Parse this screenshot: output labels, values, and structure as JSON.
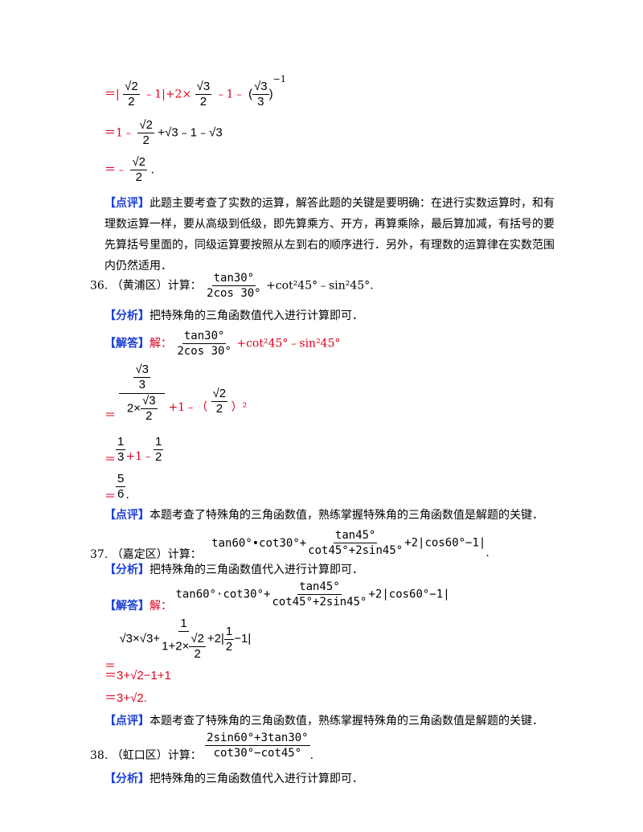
{
  "s35": {
    "l1": {
      "eq": "＝|",
      "r2": "√2",
      "d2": "2",
      "m1": "﹣1|+2×",
      "r3": "√3",
      "d3": "2",
      "m2": "﹣1﹣",
      "r3b": "√3",
      "d3b": "3",
      "exp": "−1"
    },
    "l2": {
      "eq": "＝1﹣",
      "r2": "√2",
      "d2": "2",
      "mid": "+√3﹣1﹣√3"
    },
    "l3": {
      "eq": "＝﹣",
      "r2": "√2",
      "d2": "2",
      "end": "."
    },
    "review_tag": "【点评】",
    "review_text": "此题主要考查了实数的运算，解答此题的关键是要明确：在进行实数运算时，和有理数运算一样，要从高级到低级，即先算乘方、开方，再算乘除，最后算加减，有括号的要先算括号里面的，同级运算要按照从左到右的顺序进行．另外，有理数的运算律在实数范围内仍然适用．"
  },
  "s36": {
    "num": "36.",
    "src": "（黄浦区）计算：",
    "fn": "tan30°",
    "fd": "2cos 30°",
    "tail": "+cot²45°﹣sin²45°.",
    "analysis_tag": "【分析】",
    "analysis_text": "把特殊角的三角函数值代入进行计算即可．",
    "answer_tag": "【解答】",
    "answer_lead": "解：",
    "ans_fn": "tan30°",
    "ans_fd": "2cos 30°",
    "ans_tail": "+cot²45°﹣sin²45°",
    "step1": {
      "eq": "＝",
      "big_n": "√3",
      "big_nd": "3",
      "big_d1": "2×",
      "big_dn": "√3",
      "big_dd": "2",
      "mid": "+1﹣（",
      "r2": "√2",
      "d2": "2",
      "close": "）²"
    },
    "step2": {
      "eq": "＝",
      "n1": "1",
      "d1": "3",
      "mid": "+1﹣",
      "n2": "1",
      "d2": "2"
    },
    "step3": {
      "eq": "＝",
      "n": "5",
      "d": "6",
      "end": "."
    },
    "review_tag": "【点评】",
    "review_text": "本题考查了特殊角的三角函数值，熟练掌握特殊角的三角函数值是解题的关键．"
  },
  "s37": {
    "num": "37.",
    "src": "（嘉定区）计算：",
    "lead": "tan60°•cot30°+",
    "fn": "tan45°",
    "fd": "cot45°+2sin45°",
    "tail": "+2|cos60°−1|",
    "end": ".",
    "analysis_tag": "【分析】",
    "analysis_text": "把特殊角的三角函数值代入进行计算即可．",
    "answer_tag": "【解答】",
    "answer_lead": "解：",
    "ans_lead": "tan60°·cot30°+",
    "ans_fn": "tan45°",
    "ans_fd": "cot45°+2sin45°",
    "ans_tail": "+2|cos60°−1|",
    "step1": {
      "eq": "＝",
      "lead": "√3×√3+",
      "fn": "1",
      "fd1": "1+2×",
      "fdn": "√2",
      "fdd": "2",
      "mid": "+2|",
      "n": "1",
      "d": "2",
      "end": "−1|"
    },
    "step2": "＝3+√2−1+1",
    "step3": "＝3+√2.",
    "review_tag": "【点评】",
    "review_text": "本题考查了特殊角的三角函数值，熟练掌握特殊角的三角函数值是解题的关键．"
  },
  "s38": {
    "num": "38.",
    "src": "（虹口区）计算：",
    "fn": "2sin60°+3tan30°",
    "fd": "cot30°−cot45°",
    "end": ".",
    "analysis_tag": "【分析】",
    "analysis_text": "把特殊角的三角函数值代入进行计算即可．"
  }
}
